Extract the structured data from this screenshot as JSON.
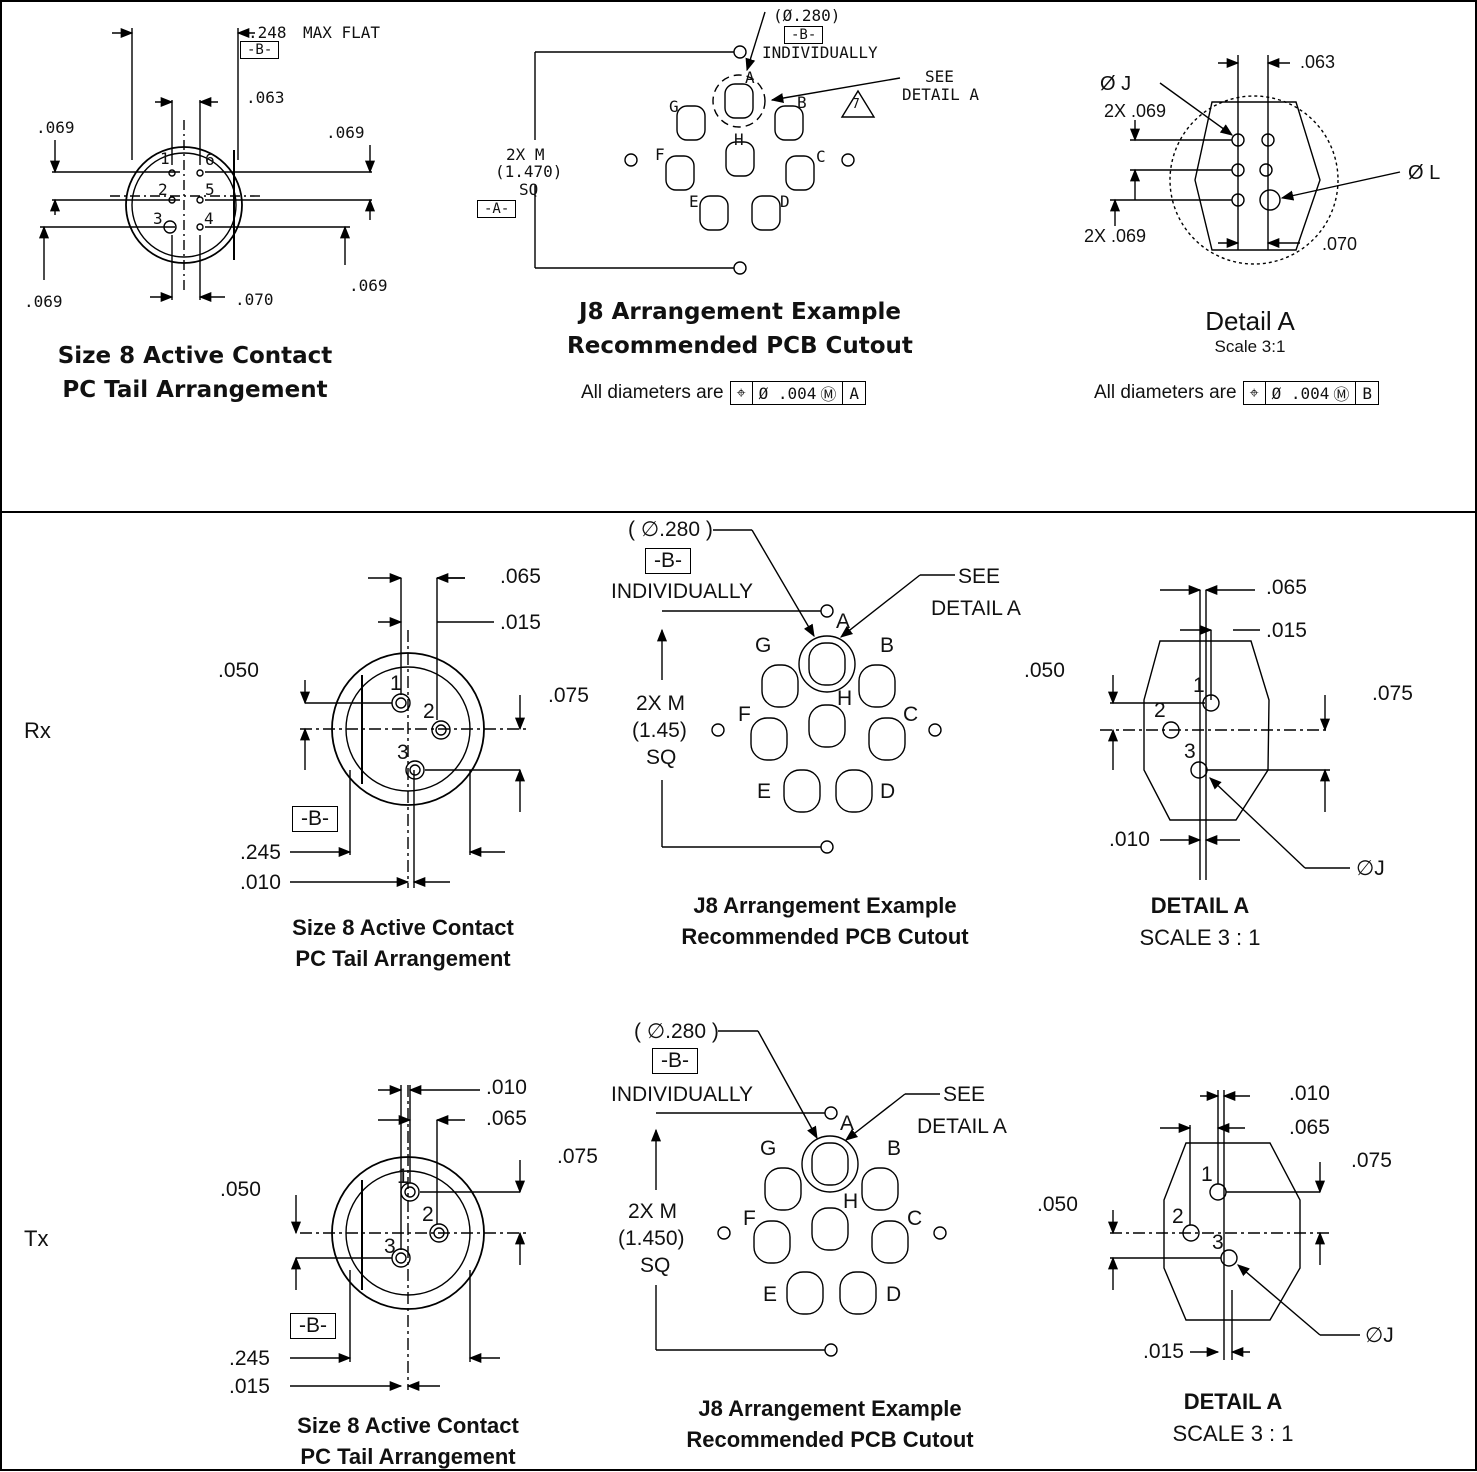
{
  "top": {
    "tail_view": {
      "caption_1": "Size 8 Active Contact",
      "caption_2": "PC Tail Arrangement",
      "dims": [
        ".248",
        "MAX FLAT",
        "-B-",
        ".063",
        ".069",
        ".069",
        ".069",
        ".069",
        ".070"
      ],
      "pins": [
        "1",
        "2",
        "3",
        "4",
        "5",
        "6"
      ]
    },
    "arrangement": {
      "caption_1": "J8 Arrangement Example",
      "caption_2": "Recommended PCB Cutout",
      "callout_dia": "(Ø.280)",
      "datum_b": "-B-",
      "individually": "INDIVIDUALLY",
      "see": "SEE",
      "detail": "DETAIL A",
      "dim_1": "2X M",
      "dim_2": "(1.470)",
      "dim_3": "SQ",
      "datum_a": "-A-",
      "note_num": "7",
      "inserts": [
        "A",
        "B",
        "C",
        "D",
        "E",
        "F",
        "G",
        "H"
      ]
    },
    "detail": {
      "title": "Detail A",
      "scale": "Scale 3:1",
      "dims": [
        "Ø J",
        ".063",
        "2X .069",
        "2X .069",
        "Ø L",
        ".070"
      ]
    },
    "fcf_a": {
      "prefix": "All diameters are",
      "symbol": "⌖",
      "tol": "Ø .004",
      "mod": "Ⓜ",
      "datum": "A"
    },
    "fcf_b": {
      "prefix": "All diameters are",
      "symbol": "⌖",
      "tol": "Ø .004",
      "mod": "Ⓜ",
      "datum": "B"
    }
  },
  "rx": {
    "row_label": "Rx",
    "tail_view": {
      "caption_1": "Size 8 Active Contact",
      "caption_2": "PC Tail Arrangement",
      "dims": [
        ".065",
        ".015",
        ".050",
        ".075",
        ".245",
        ".010"
      ],
      "datum": "-B-",
      "pins": [
        "1",
        "2",
        "3"
      ]
    },
    "arrangement": {
      "caption_1": "J8 Arrangement Example",
      "caption_2": "Recommended PCB Cutout",
      "callout_dia": "( ∅.280 )",
      "datum_b": "-B-",
      "individually": "INDIVIDUALLY",
      "see": "SEE",
      "detail": "DETAIL A",
      "dim_1": "2X M",
      "dim_2": "(1.45)",
      "dim_3": "SQ",
      "inserts": [
        "A",
        "B",
        "C",
        "D",
        "E",
        "F",
        "G",
        "H"
      ]
    },
    "detail": {
      "title": "DETAIL A",
      "scale": "SCALE 3 : 1",
      "dims": [
        ".065",
        ".015",
        ".050",
        ".075",
        ".010",
        "∅J"
      ],
      "pins": [
        "1",
        "2",
        "3"
      ]
    }
  },
  "tx": {
    "row_label": "Tx",
    "tail_view": {
      "caption_1": "Size 8 Active Contact",
      "caption_2": "PC Tail Arrangement",
      "dims": [
        ".010",
        ".065",
        ".075",
        ".050",
        ".245",
        ".015"
      ],
      "datum": "-B-",
      "pins": [
        "1",
        "2",
        "3"
      ]
    },
    "arrangement": {
      "caption_1": "J8 Arrangement Example",
      "caption_2": "Recommended PCB Cutout",
      "callout_dia": "( ∅.280 )",
      "datum_b": "-B-",
      "individually": "INDIVIDUALLY",
      "see": "SEE",
      "detail": "DETAIL A",
      "dim_1": "2X M",
      "dim_2": "(1.450)",
      "dim_3": "SQ",
      "inserts": [
        "A",
        "B",
        "C",
        "D",
        "E",
        "F",
        "G",
        "H"
      ]
    },
    "detail": {
      "title": "DETAIL A",
      "scale": "SCALE 3 : 1",
      "dims": [
        ".010",
        ".065",
        ".075",
        ".050",
        ".015",
        "∅J"
      ],
      "pins": [
        "1",
        "2",
        "3"
      ]
    }
  }
}
